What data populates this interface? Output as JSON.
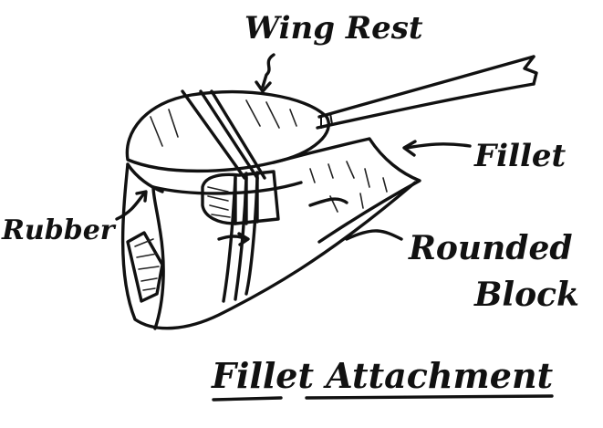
{
  "diagram": {
    "labels": {
      "wing_rest": "Wing Rest",
      "fillet": "Fillet",
      "rubber": "Rubber",
      "rounded_block_line1": "Rounded",
      "rounded_block_line2": "Block"
    },
    "title": "Fillet Attachment",
    "colors": {
      "ink": "#111111",
      "paper": "#ffffff"
    }
  }
}
